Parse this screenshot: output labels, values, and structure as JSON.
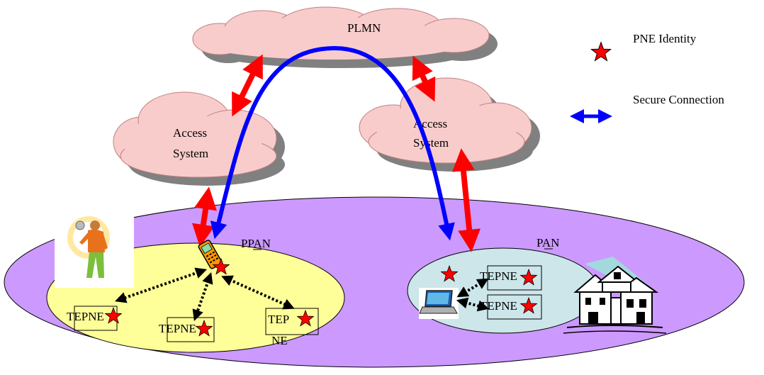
{
  "clouds": {
    "plmn": "PLMN",
    "access_left_line1": "Access",
    "access_left_line2": "System",
    "access_right_line1": "Access",
    "access_right_line2": "System"
  },
  "areas": {
    "ppan": "PPAN",
    "pan": "PAN"
  },
  "nodes": {
    "tepne_1": "TEPNE",
    "tepne_2": "TEPNE",
    "tepne_3_line1": "TEP",
    "tepne_3_line2": "NE",
    "tepne_4": "TEPNE",
    "tepne_5": "TEPNE"
  },
  "legend": {
    "identity_label": "PNE Identity",
    "secure_label": "Secure Connection"
  },
  "colors": {
    "cloud_fill": "#f9cccc",
    "cloud_shadow": "#808080",
    "outer_area": "#cc99ff",
    "ppan_area": "#ffff99",
    "pan_area": "#cce6ea",
    "access_link": "#ff0000",
    "secure_link": "#0000ff",
    "identity_star": "#ff0000"
  },
  "icons": [
    "star-icon",
    "mobile-phone-icon",
    "person-icon",
    "laptop-icon",
    "house-icon"
  ]
}
